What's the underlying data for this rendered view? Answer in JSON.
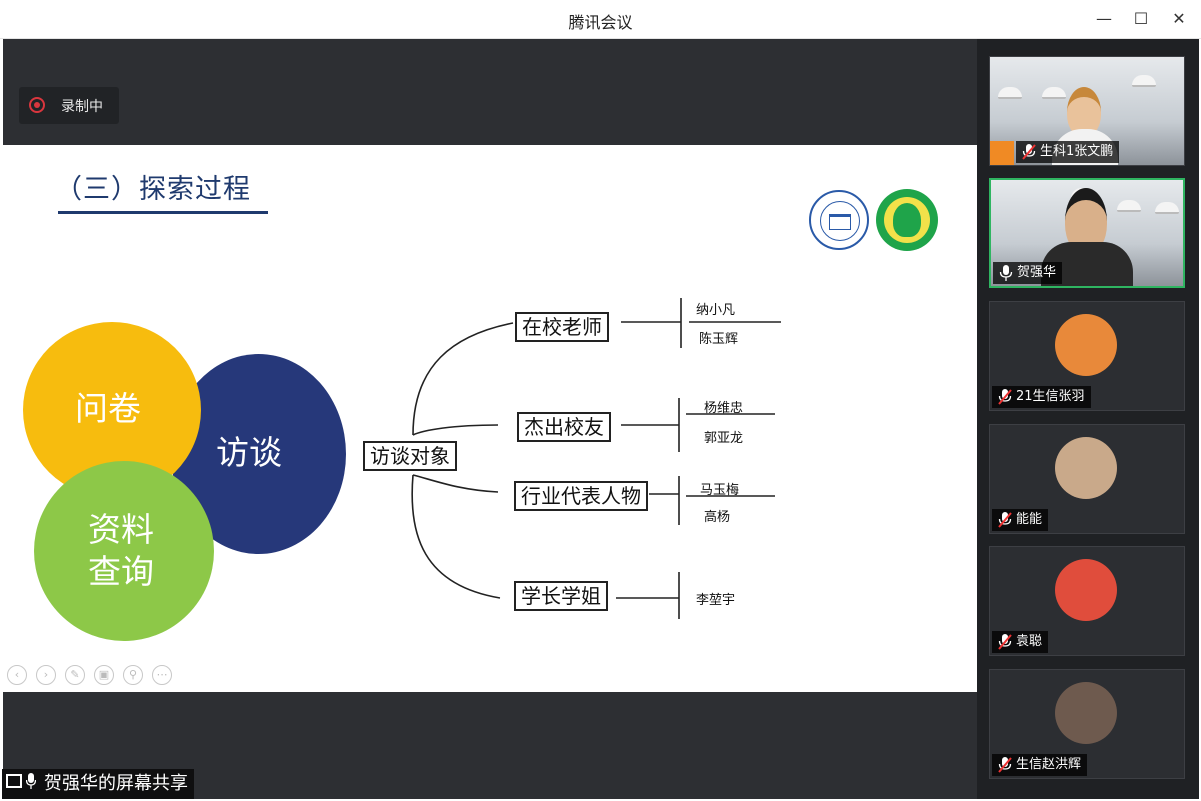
{
  "app": {
    "title": "腾讯会议",
    "window_controls": [
      "minimize-icon",
      "maximize-icon",
      "close-icon"
    ]
  },
  "recording": {
    "label": "录制中",
    "color": "#d9363e"
  },
  "slide": {
    "title": "（三）探索过程",
    "title_color": "#1f3a6e",
    "circles": [
      {
        "label_lines": [
          "问卷"
        ],
        "color": "#f7bc0e"
      },
      {
        "label_lines": [
          "访谈"
        ],
        "color": "#26387a"
      },
      {
        "label_lines": [
          "资料",
          "查询"
        ],
        "color": "#8dc848"
      }
    ],
    "mindmap": {
      "root": "访谈对象",
      "branches": [
        {
          "label": "在校老师",
          "leaves": [
            "纳小凡",
            "陈玉辉"
          ]
        },
        {
          "label": "杰出校友",
          "leaves": [
            "杨维忠",
            "郭亚龙"
          ]
        },
        {
          "label": "行业代表人物",
          "leaves": [
            "马玉梅",
            "高杨"
          ]
        },
        {
          "label": "学长学姐",
          "leaves": [
            "李堃宇"
          ]
        }
      ]
    },
    "tool_icons": [
      "prev-icon",
      "next-icon",
      "pen-icon",
      "pages-icon",
      "zoom-icon",
      "more-icon"
    ]
  },
  "share": {
    "label": "贺强华的屏幕共享"
  },
  "participants": [
    {
      "name": "生科1张文鹏",
      "muted": true,
      "type": "camera",
      "host_badge": true
    },
    {
      "name": "贺强华",
      "muted": false,
      "type": "camera",
      "active": true
    },
    {
      "name": "21生信张羽",
      "muted": true,
      "type": "avatar",
      "avatar_color": "#e8893a"
    },
    {
      "name": "能能",
      "muted": true,
      "type": "avatar",
      "avatar_color": "#c9a98a"
    },
    {
      "name": "袁聪",
      "muted": true,
      "type": "avatar",
      "avatar_color": "#e04d3c"
    },
    {
      "name": "生信赵洪辉",
      "muted": true,
      "type": "avatar",
      "avatar_color": "#6e5a4e"
    }
  ],
  "accent_active": "#2fb561"
}
